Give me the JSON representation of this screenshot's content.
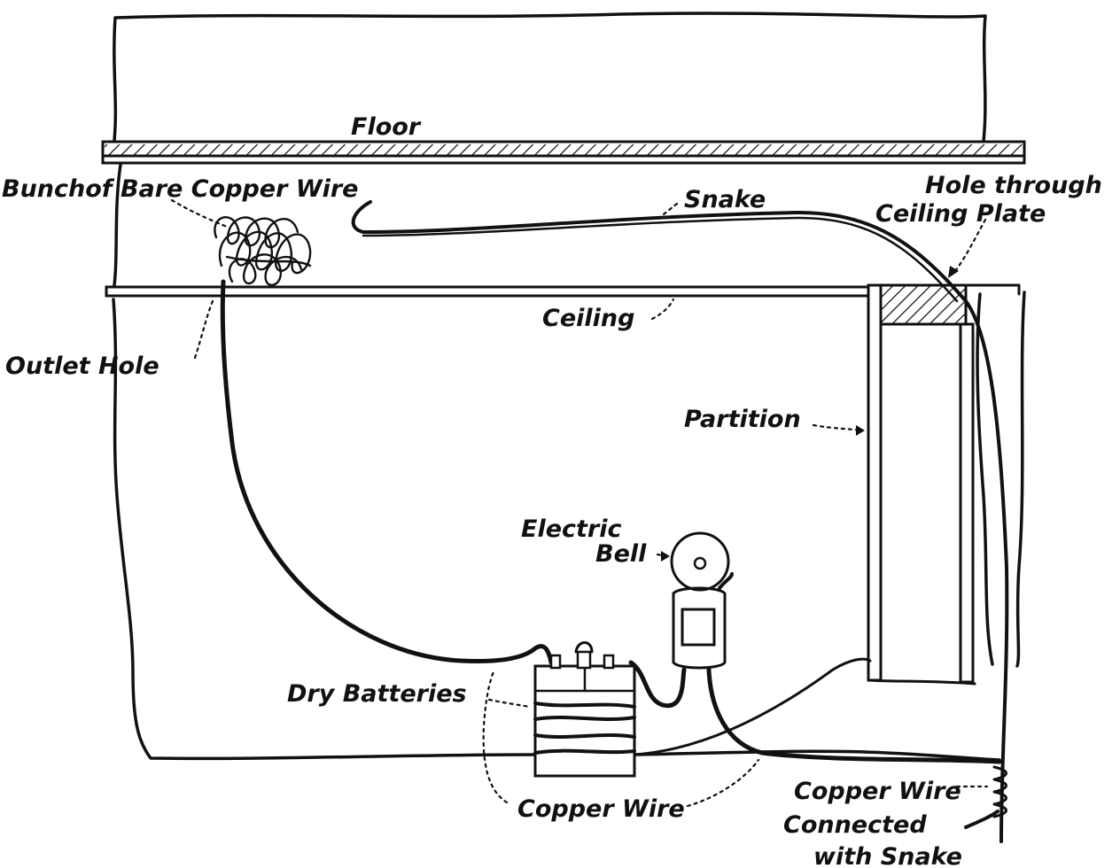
{
  "labels": {
    "floor": "Floor",
    "bunch": "Bunchof Bare Copper Wire",
    "snake": "Snake",
    "hole_line1": "Hole through",
    "hole_line2": "Ceiling Plate",
    "ceiling": "Ceiling",
    "outlet": "Outlet Hole",
    "partition": "Partition",
    "electric": "Electric",
    "bell": "Bell",
    "dry_batteries": "Dry Batteries",
    "copper_wire": "Copper Wire",
    "cw_connected_1": "Copper Wire",
    "cw_connected_2": "Connected",
    "cw_connected_3": "with Snake"
  }
}
